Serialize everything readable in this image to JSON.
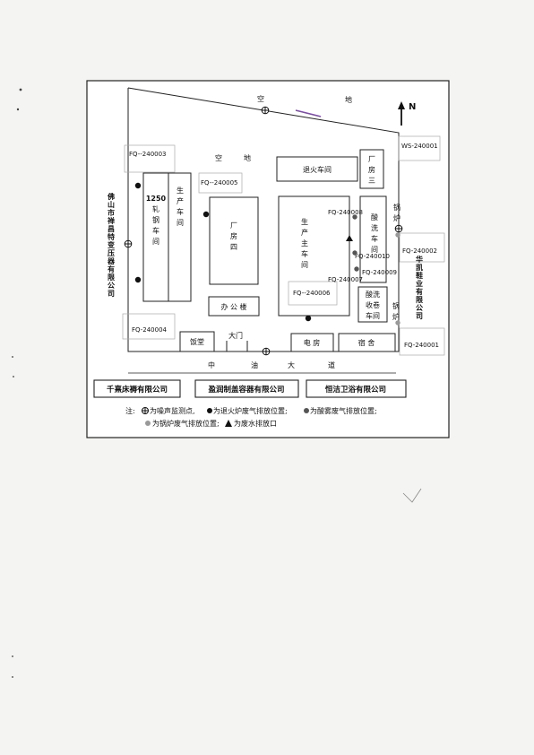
{
  "map": {
    "north": "N",
    "labels": {
      "top_empty_left": "空",
      "top_empty_right": "地",
      "inner_empty_left": "空",
      "inner_empty_right": "地",
      "road_1": "中",
      "road_2": "油",
      "road_3": "大",
      "road_4": "道",
      "main_gate": "大门"
    },
    "buildings": {
      "rolling_1250": [
        "1250",
        "轧",
        "钢",
        "车",
        "间"
      ],
      "production_workshop": [
        "生",
        "产",
        "车",
        "间"
      ],
      "plant_4": [
        "厂",
        "房",
        "四"
      ],
      "annealing": "退火车间",
      "plant_3": [
        "厂",
        "房",
        "三"
      ],
      "main_production": [
        "生",
        "产",
        "主",
        "车",
        "间"
      ],
      "pickling": [
        "酸",
        "洗",
        "车",
        "间"
      ],
      "pickling_coiling": [
        "酸洗",
        "收卷",
        "车间"
      ],
      "office": "办 公 楼",
      "canteen": "饭堂",
      "power_room": "电    房",
      "dormitory": "宿         舍",
      "boiler_top": [
        "锅",
        "炉"
      ],
      "boiler_bottom": [
        "锅",
        "炉"
      ]
    },
    "monitoring_points": {
      "fq_240003": "FQ--240003",
      "fq_240004": "FQ-240004",
      "fq_240005": "FQ--240005",
      "fq_240006": "FQ--240006",
      "fq_240007": "FQ-240007",
      "fq_240008": "FQ-240008",
      "fq_240009": "FQ-240009",
      "fq_240010": "FQ-240010",
      "fq_240002": "FQ-240002",
      "fq_240001": "FQ-240001",
      "ws_240001": "WS-240001"
    },
    "neighbors": {
      "west": [
        "佛",
        "山",
        "市",
        "禅",
        "昌",
        "特",
        "变",
        "压",
        "器",
        "有",
        "限",
        "公",
        "司"
      ],
      "east": [
        "华",
        "凯",
        "鞋",
        "业",
        "有",
        "限",
        "公",
        "司"
      ],
      "south_1": "千熹床褥有限公司",
      "south_2": "盈润制盖容器有限公司",
      "south_3": "恒洁卫浴有限公司"
    },
    "legend": {
      "prefix": "注:",
      "line1_a": "为噪声监测点,",
      "line1_b": "为退火炉废气排放位置;",
      "line1_c": "为酸雾废气排放位置;",
      "line2_a": "为锅炉废气排放位置;",
      "line2_b": "为废水排放口"
    }
  }
}
